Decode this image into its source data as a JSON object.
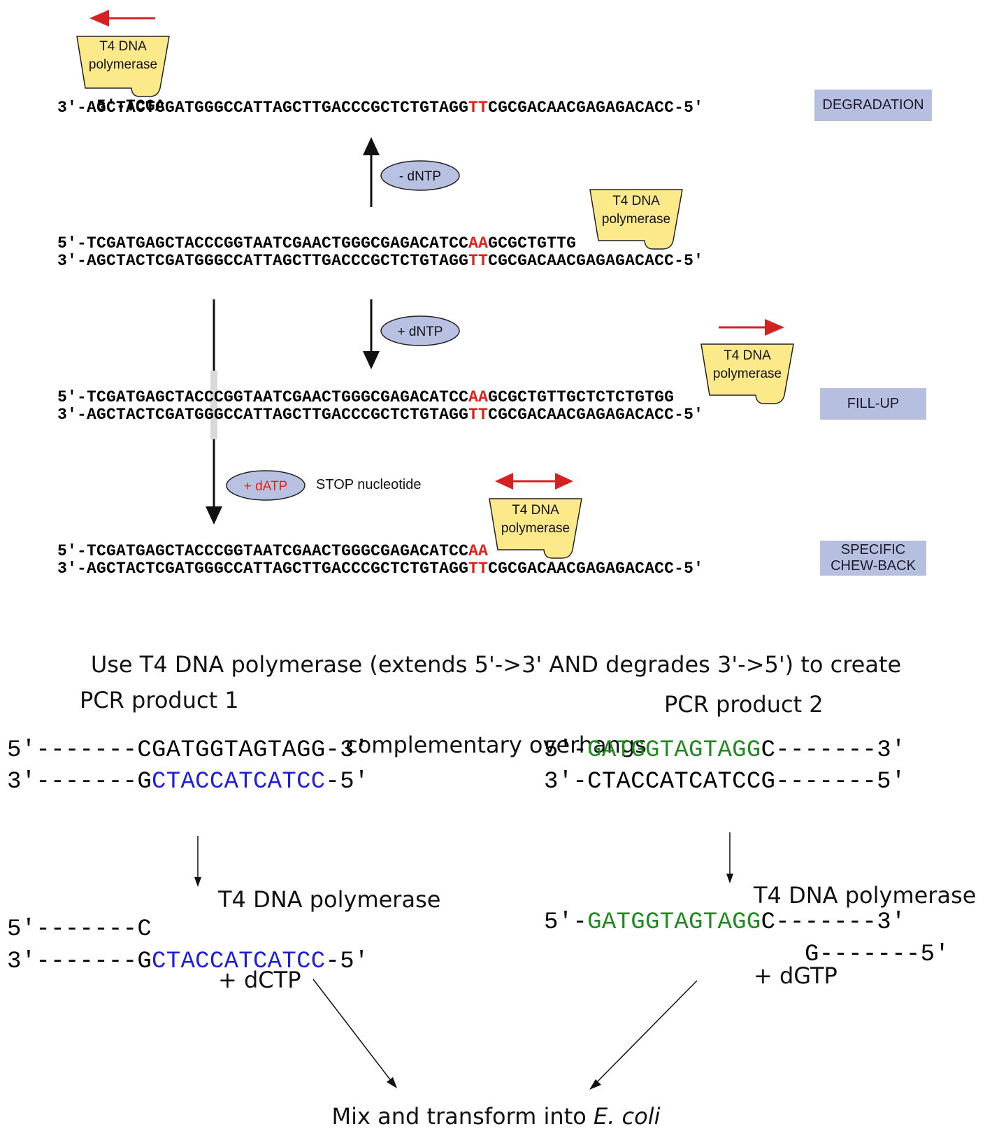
{
  "enzyme": {
    "line1": "T4 DNA",
    "line2": "polymerase"
  },
  "steps": {
    "degradation": {
      "label": "DEGRADATION",
      "top_strand": "5'-TCGA",
      "bottom_strand": {
        "pre": "3'-AGCTACTCGATGGGCCATTAGCTTGACCCGCTCTGTAGG",
        "hl": "TT",
        "post": "CGCGACAACGAGAGACACC-5'"
      }
    },
    "minus_dntp": "- dNTP",
    "middle": {
      "top_strand": {
        "pre": "5'-TCGATGAGCTACCCGGTAATCGAACTGGGCGAGACATCC",
        "hl": "AA",
        "post": "GCGCTGTTG"
      },
      "bottom_strand": {
        "pre": "3'-AGCTACTCGATGGGCCATTAGCTTGACCCGCTCTGTAGG",
        "hl": "TT",
        "post": "CGCGACAACGAGAGACACC-5'"
      }
    },
    "plus_dntp": "+ dNTP",
    "fillup": {
      "label": "FILL-UP",
      "top_strand": {
        "pre": "5'-TCGATGAGCTACCCGGTAATCGAACTGGGCGAGACATCC",
        "hl": "AA",
        "post": "GCGCTGTTGCTCTCTGTGG"
      },
      "bottom_strand": {
        "pre": "3'-AGCTACTCGATGGGCCATTAGCTTGACCCGCTCTGTAGG",
        "hl": "TT",
        "post": "CGCGACAACGAGAGACACC-5'"
      }
    },
    "plus_datp": "+ dATP",
    "stop_nucleotide": "STOP nucleotide",
    "chewback": {
      "label_line1": "SPECIFIC",
      "label_line2": "CHEW-BACK",
      "top_strand": {
        "pre": "5'-TCGATGAGCTACCCGGTAATCGAACTGGGCGAGACATCC",
        "hl": "AA"
      },
      "bottom_strand": {
        "pre": "3'-AGCTACTCGATGGGCCATTAGCTTGACCCGCTCTGTAGG",
        "hl": "TT",
        "post": "CGCGACAACGAGAGACACC-5'"
      }
    }
  },
  "caption": {
    "line1": "Use T4 DNA polymerase (extends 5'->3' AND degrades 3'->5') to create",
    "line2": "complementary overhangs"
  },
  "pcr1": {
    "title": "PCR product 1",
    "top": {
      "pre": "5'-------CGATGGTAGTAGG-3'"
    },
    "bottom": {
      "pre": "3'-------G",
      "hl": "CTACCATCATCC",
      "post": "-5'"
    },
    "step_line1": "T4 DNA polymerase",
    "step_line2": "+ dCTP",
    "result_top": "5'-------C",
    "result_bottom": {
      "pre": "3'-------G",
      "hl": "CTACCATCATCC",
      "post": "-5'"
    }
  },
  "pcr2": {
    "title": "PCR product 2",
    "top": {
      "pre": "5'-",
      "hl": "GATGGTAGTAGG",
      "post": "C-------3'"
    },
    "bottom": "3'-CTACCATCATCCG-------5'",
    "step_line1": "T4 DNA polymerase",
    "step_line2": "+ dGTP",
    "result_top": {
      "pre": "5'-",
      "hl": "GATGGTAGTAGG",
      "post": "C-------3'"
    },
    "result_bottom": "G-------5'"
  },
  "final": {
    "pre": "Mix and transform into ",
    "italic": "E. coli"
  },
  "colors": {
    "highlight_red": "#e0201b",
    "overhang_blue": "#1d1ddc",
    "overhang_green": "#1f8a1f",
    "enzyme_fill": "#fbe98a",
    "label_box": "#b6bfdf",
    "ellipse_fill": "#b9c1e3"
  }
}
